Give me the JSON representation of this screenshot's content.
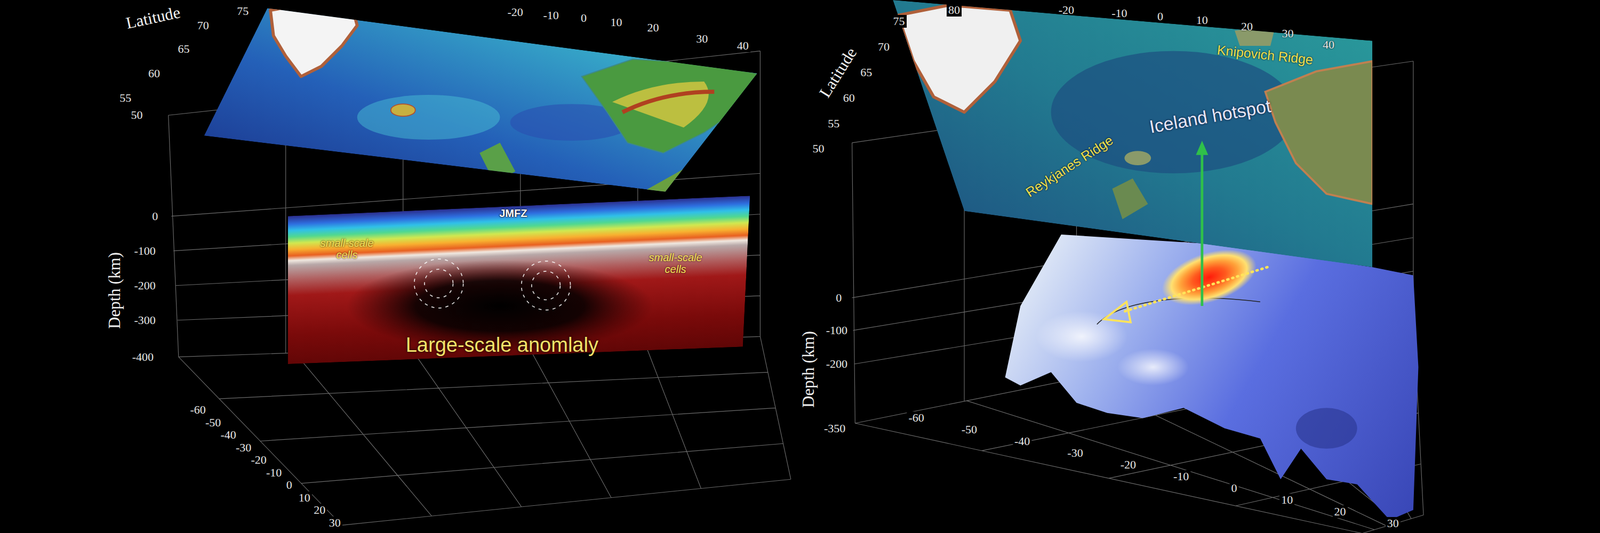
{
  "diagram": {
    "labels": [
      "Latitude",
      "75",
      "70",
      "65",
      "60",
      "55",
      "50",
      "-20",
      "-10",
      "0",
      "10",
      "20",
      "30",
      "40",
      "Depth (km)",
      "0",
      "-100",
      "-200",
      "-300",
      "-400",
      "-60",
      "-50",
      "-40",
      "-30",
      "-20",
      "-10",
      "0",
      "10",
      "20",
      "30",
      "JMFZ",
      "small-scale cells",
      "small-scale cells",
      "Large-scale anomlaly",
      "Latitude",
      "80",
      "75",
      "70",
      "65",
      "60",
      "55",
      "50",
      "-20",
      "-10",
      "0",
      "10",
      "20",
      "30",
      "40",
      "Knipovich Ridge",
      "Iceland hotspot",
      "Reykjanes Ridge",
      "Depth (km)",
      "0",
      "-100",
      "-200",
      "-350",
      "-60",
      "-50",
      "-40",
      "-30",
      "-20",
      "-10",
      "0",
      "10",
      "20",
      "30"
    ]
  }
}
